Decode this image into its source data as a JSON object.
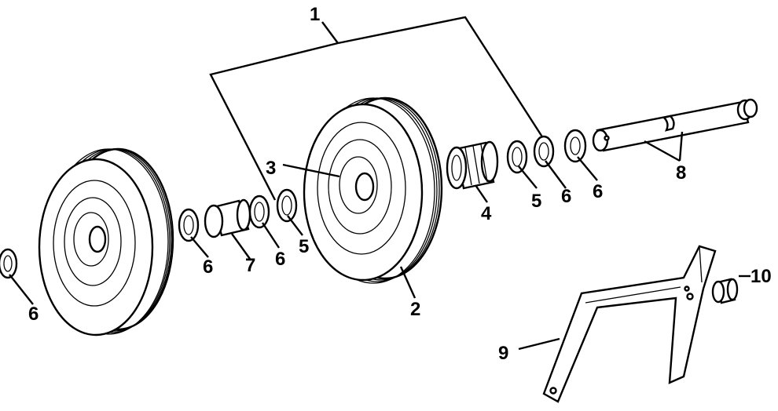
{
  "callouts": {
    "c1": "1",
    "c2": "2",
    "c3": "3",
    "c4": "4",
    "c5a": "5",
    "c5b": "5",
    "c6a": "6",
    "c6b": "6",
    "c6c": "6",
    "c6d": "6",
    "c6e": "6",
    "c7": "7",
    "c8": "8",
    "c9": "9",
    "c10": "10"
  }
}
